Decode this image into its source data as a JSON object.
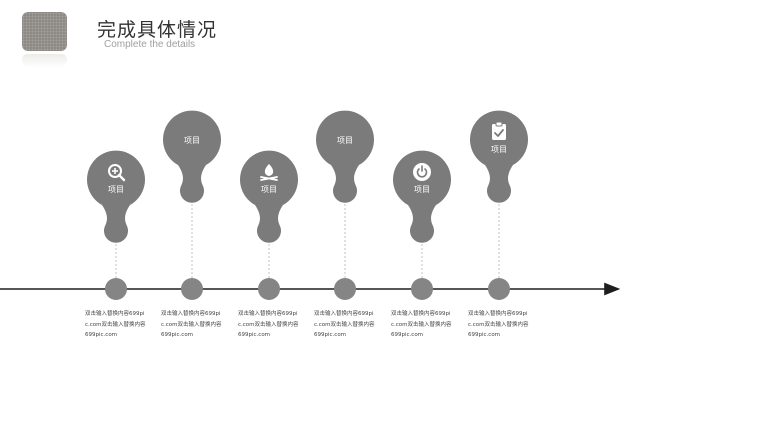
{
  "header": {
    "title": "完成具体情况",
    "subtitle": "Complete the details"
  },
  "items": [
    {
      "label": "项目",
      "icon": "zoom-in-icon",
      "desc": "双击输入替换内容699pic.com双击输入替换内容 699pic.com"
    },
    {
      "label": "项目",
      "icon": "",
      "desc": "双击输入替换内容699pic.com双击输入替换内容 699pic.com"
    },
    {
      "label": "项目",
      "icon": "campfire-icon",
      "desc": "双击输入替换内容699pic.com双击输入替换内容 699pic.com"
    },
    {
      "label": "项目",
      "icon": "",
      "desc": "双击输入替换内容699pic.com双击输入替换内容 699pic.com"
    },
    {
      "label": "项目",
      "icon": "power-icon",
      "desc": "双击输入替换内容699pic.com双击输入替换内容 699pic.com"
    },
    {
      "label": "项目",
      "icon": "clipboard-check-icon",
      "desc": "双击输入替换内容699pic.com双击输入替换内容 699pic.com"
    }
  ],
  "colors": {
    "bulb": "#7b7b7b",
    "node": "#858585",
    "axis": "#1e1e1e",
    "connector": "#b5b5b5"
  }
}
